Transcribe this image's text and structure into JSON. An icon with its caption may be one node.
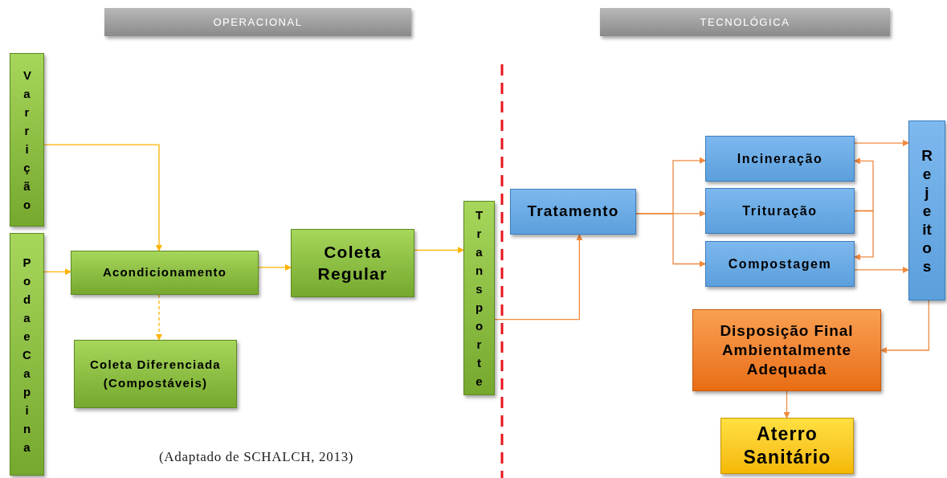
{
  "diagram": {
    "nodes": [
      {
        "text": [
          "OPERACIONAL"
        ]
      },
      {
        "text": [
          "TECNOLÓGICA"
        ]
      },
      {
        "text": [
          "Varrição"
        ]
      },
      {
        "text": [
          "Poda e Capina"
        ]
      },
      {
        "text": [
          "Acondicionamento"
        ]
      },
      {
        "text": [
          "Coleta Regular"
        ]
      },
      {
        "text": [
          "Coleta Diferenciada (Compostáveis)"
        ]
      },
      {
        "text": [
          "Transporte"
        ]
      },
      {
        "text": [
          "Tratamento"
        ]
      },
      {
        "text": [
          "Incineração"
        ]
      },
      {
        "text": [
          "Trituração"
        ]
      },
      {
        "text": [
          "Compostagem"
        ]
      },
      {
        "text": [
          "Rejeitos"
        ]
      },
      {
        "text": [
          "Disposição Final Ambientalmente Adequada"
        ]
      },
      {
        "text": [
          "Aterro Sanitário"
        ]
      }
    ],
    "edges": [
      {
        "from": 2,
        "to": 4,
        "arrow": "to",
        "color": "#ffb300"
      },
      {
        "from": 3,
        "to": 4,
        "arrow": "to",
        "color": "#ffb300"
      },
      {
        "from": 4,
        "to": 5,
        "arrow": "to",
        "color": "#ffb300"
      },
      {
        "from": 4,
        "to": 6,
        "arrow": "to",
        "style": "dashed",
        "color": "#ffb300"
      },
      {
        "from": 5,
        "to": 7,
        "arrow": "to",
        "color": "#ffb300"
      },
      {
        "from": 7,
        "to": 8,
        "arrow": "to"
      },
      {
        "from": 8,
        "to": 9,
        "arrow": "to"
      },
      {
        "from": 8,
        "to": 10,
        "arrow": "to"
      },
      {
        "from": 8,
        "to": 11,
        "arrow": "to"
      },
      {
        "from": 9,
        "to": 12,
        "arrow": "to"
      },
      {
        "from": 11,
        "to": 12,
        "arrow": "to"
      },
      {
        "from": 10,
        "to": 9,
        "arrow": "to"
      },
      {
        "from": 10,
        "to": 11,
        "arrow": "to"
      },
      {
        "from": 12,
        "to": 13,
        "arrow": "to"
      },
      {
        "from": 13,
        "to": 14,
        "arrow": "to"
      }
    ],
    "labels": [
      "(Adaptado de SCHALCH, 2013)"
    ]
  }
}
